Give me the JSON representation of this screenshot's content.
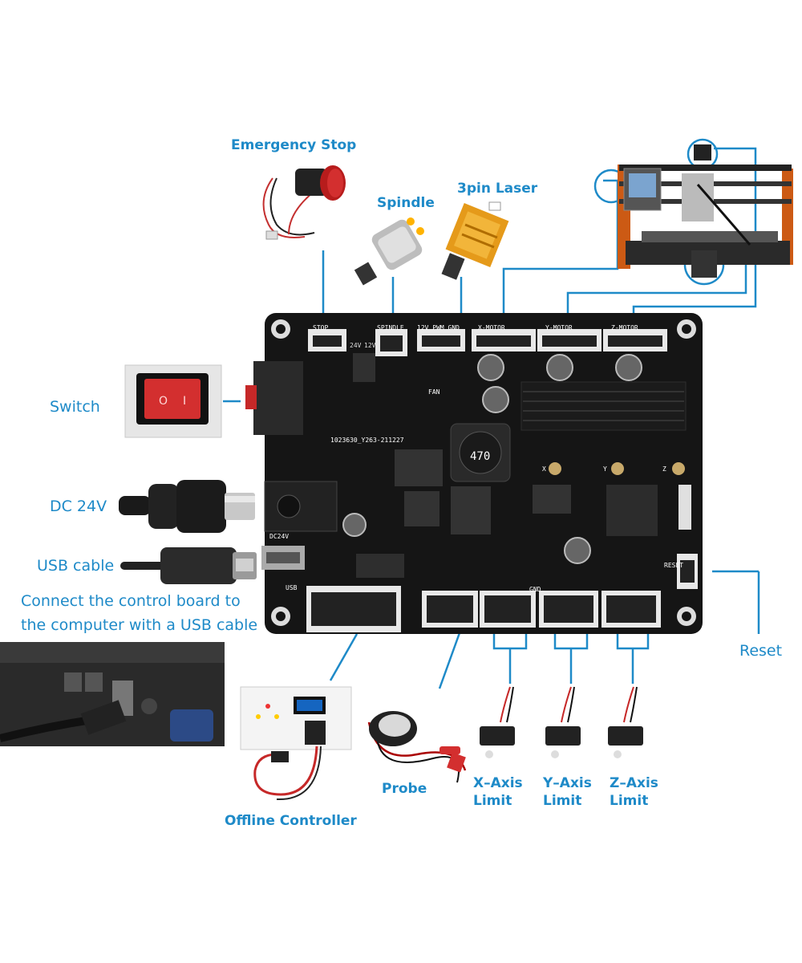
{
  "labels": {
    "emergency_stop": "Emergency Stop",
    "spindle": "Spindle",
    "laser": "3pin Laser",
    "switch": "Switch",
    "dc24v": "DC 24V",
    "usb_cable": "USB cable",
    "connect_line1": "Connect the control board to",
    "connect_line2": "the computer with a USB cable",
    "reset": "Reset",
    "offline_controller": "Offline Controller",
    "probe": "Probe",
    "x_axis": "X–Axis",
    "y_axis": "Y–Axis",
    "z_axis": "Z–Axis",
    "limit": "Limit"
  },
  "board": {
    "stop": "STOP",
    "spindle": "SPINDLE",
    "power_pins": "12V PWM GND",
    "x_motor": "X-MOTOR",
    "y_motor": "Y-MOTOR",
    "z_motor": "Z-MOTOR",
    "fan": "FAN",
    "model": "1023630_Y263-211227",
    "inductor": "470",
    "dc24v": "DC24V",
    "usb": "USB",
    "reset": "RESET",
    "gnd": "GND",
    "v24": "24V",
    "v12": "12V",
    "x": "X",
    "y": "Y",
    "z": "Z"
  },
  "colors": {
    "accent": "#1e8ac8",
    "board": "#151515",
    "laser_body": "#e09a1a",
    "switch_red": "#d22020"
  }
}
